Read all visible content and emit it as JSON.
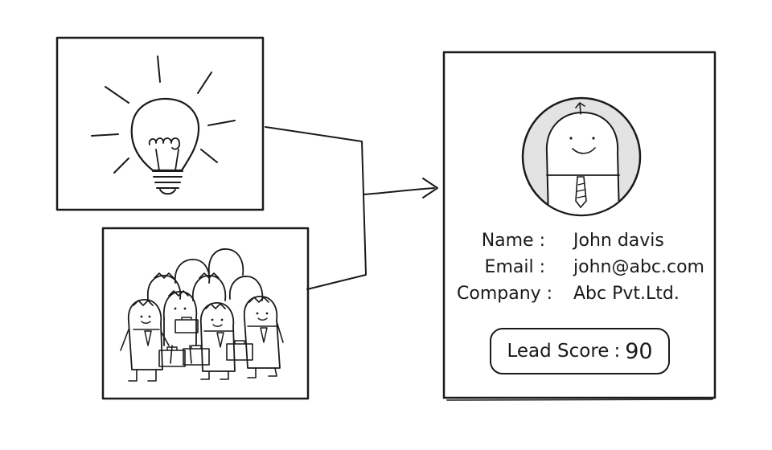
{
  "profile_card": {
    "fields": [
      {
        "label": "Name",
        "value": "John davis"
      },
      {
        "label": "Email",
        "value": "john@abc.com"
      },
      {
        "label": "Company",
        "value": "Abc Pvt.Ltd."
      }
    ],
    "lead_score": {
      "label": "Lead Score",
      "separator": ":",
      "value": "90"
    }
  },
  "colors": {
    "ink": "#1a1a1a",
    "avatar_ring": "#e3e3e3",
    "background": "#ffffff"
  }
}
